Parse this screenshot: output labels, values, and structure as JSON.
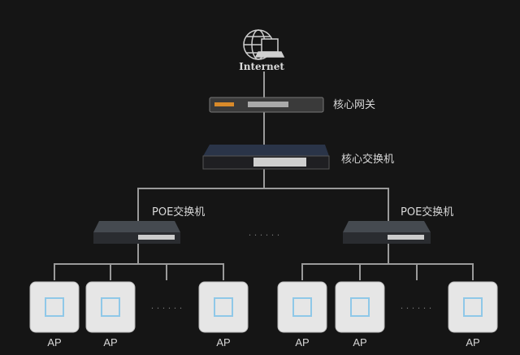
{
  "internet": {
    "label": "Internet",
    "icon": "globe-laptop-icon"
  },
  "gateway": {
    "label": "核心网关"
  },
  "core_switch": {
    "label": "核心交换机"
  },
  "poe_switches": [
    {
      "label": "POE交换机"
    },
    {
      "label": "POE交换机"
    }
  ],
  "aps": [
    {
      "label": "AP"
    },
    {
      "label": "AP"
    },
    {
      "label": "AP"
    },
    {
      "label": "AP"
    },
    {
      "label": "AP"
    },
    {
      "label": "AP"
    }
  ],
  "ellipsis": "· · · · · ·",
  "colors": {
    "background": "#151515",
    "line": "#9a9a9a",
    "ap_body": "#e8e8e8",
    "ap_led": "#8fc8e8"
  }
}
